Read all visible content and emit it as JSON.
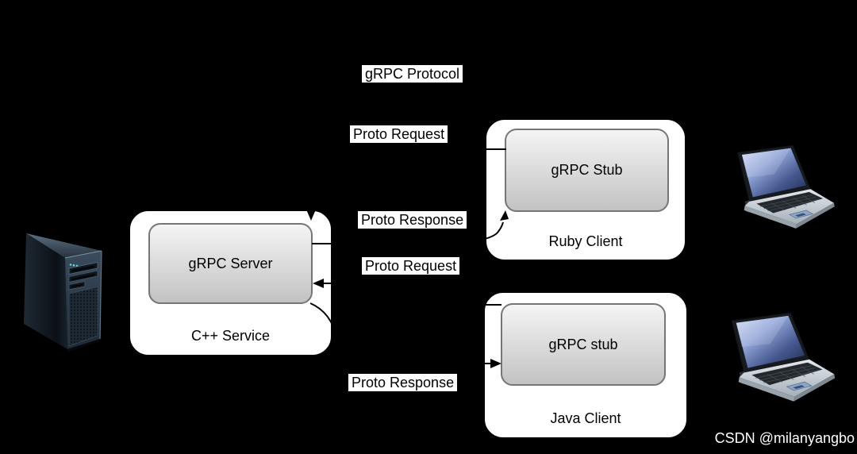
{
  "diagram": {
    "protocol_label": "gRPC Protocol",
    "edges": {
      "ruby_request": "Proto Request",
      "ruby_response": "Proto Response",
      "java_request": "Proto Request",
      "java_response": "Proto Response"
    },
    "server": {
      "inner_label": "gRPC Server",
      "outer_label": "C++ Service"
    },
    "ruby": {
      "inner_label": "gRPC Stub",
      "outer_label": "Ruby Client"
    },
    "java": {
      "inner_label": "gRPC stub",
      "outer_label": "Java Client"
    },
    "icons": [
      {
        "name": "server-tower-icon",
        "meaning": "physical server machine"
      },
      {
        "name": "laptop-icon",
        "meaning": "ruby client machine"
      },
      {
        "name": "laptop-icon",
        "meaning": "java client machine"
      }
    ],
    "colors": {
      "background": "#000000",
      "container_fill": "#ffffff",
      "container_stroke": "#000000",
      "node_gradient_top": "#f4f4f4",
      "node_gradient_bottom": "#c2c2c2",
      "node_stroke": "#767676",
      "connector": "#000000",
      "label_bg": "#ffffff",
      "label_text": "#000000",
      "watermark_text": "#ffffff"
    }
  },
  "watermark": {
    "text": "CSDN @milanyangbo"
  }
}
